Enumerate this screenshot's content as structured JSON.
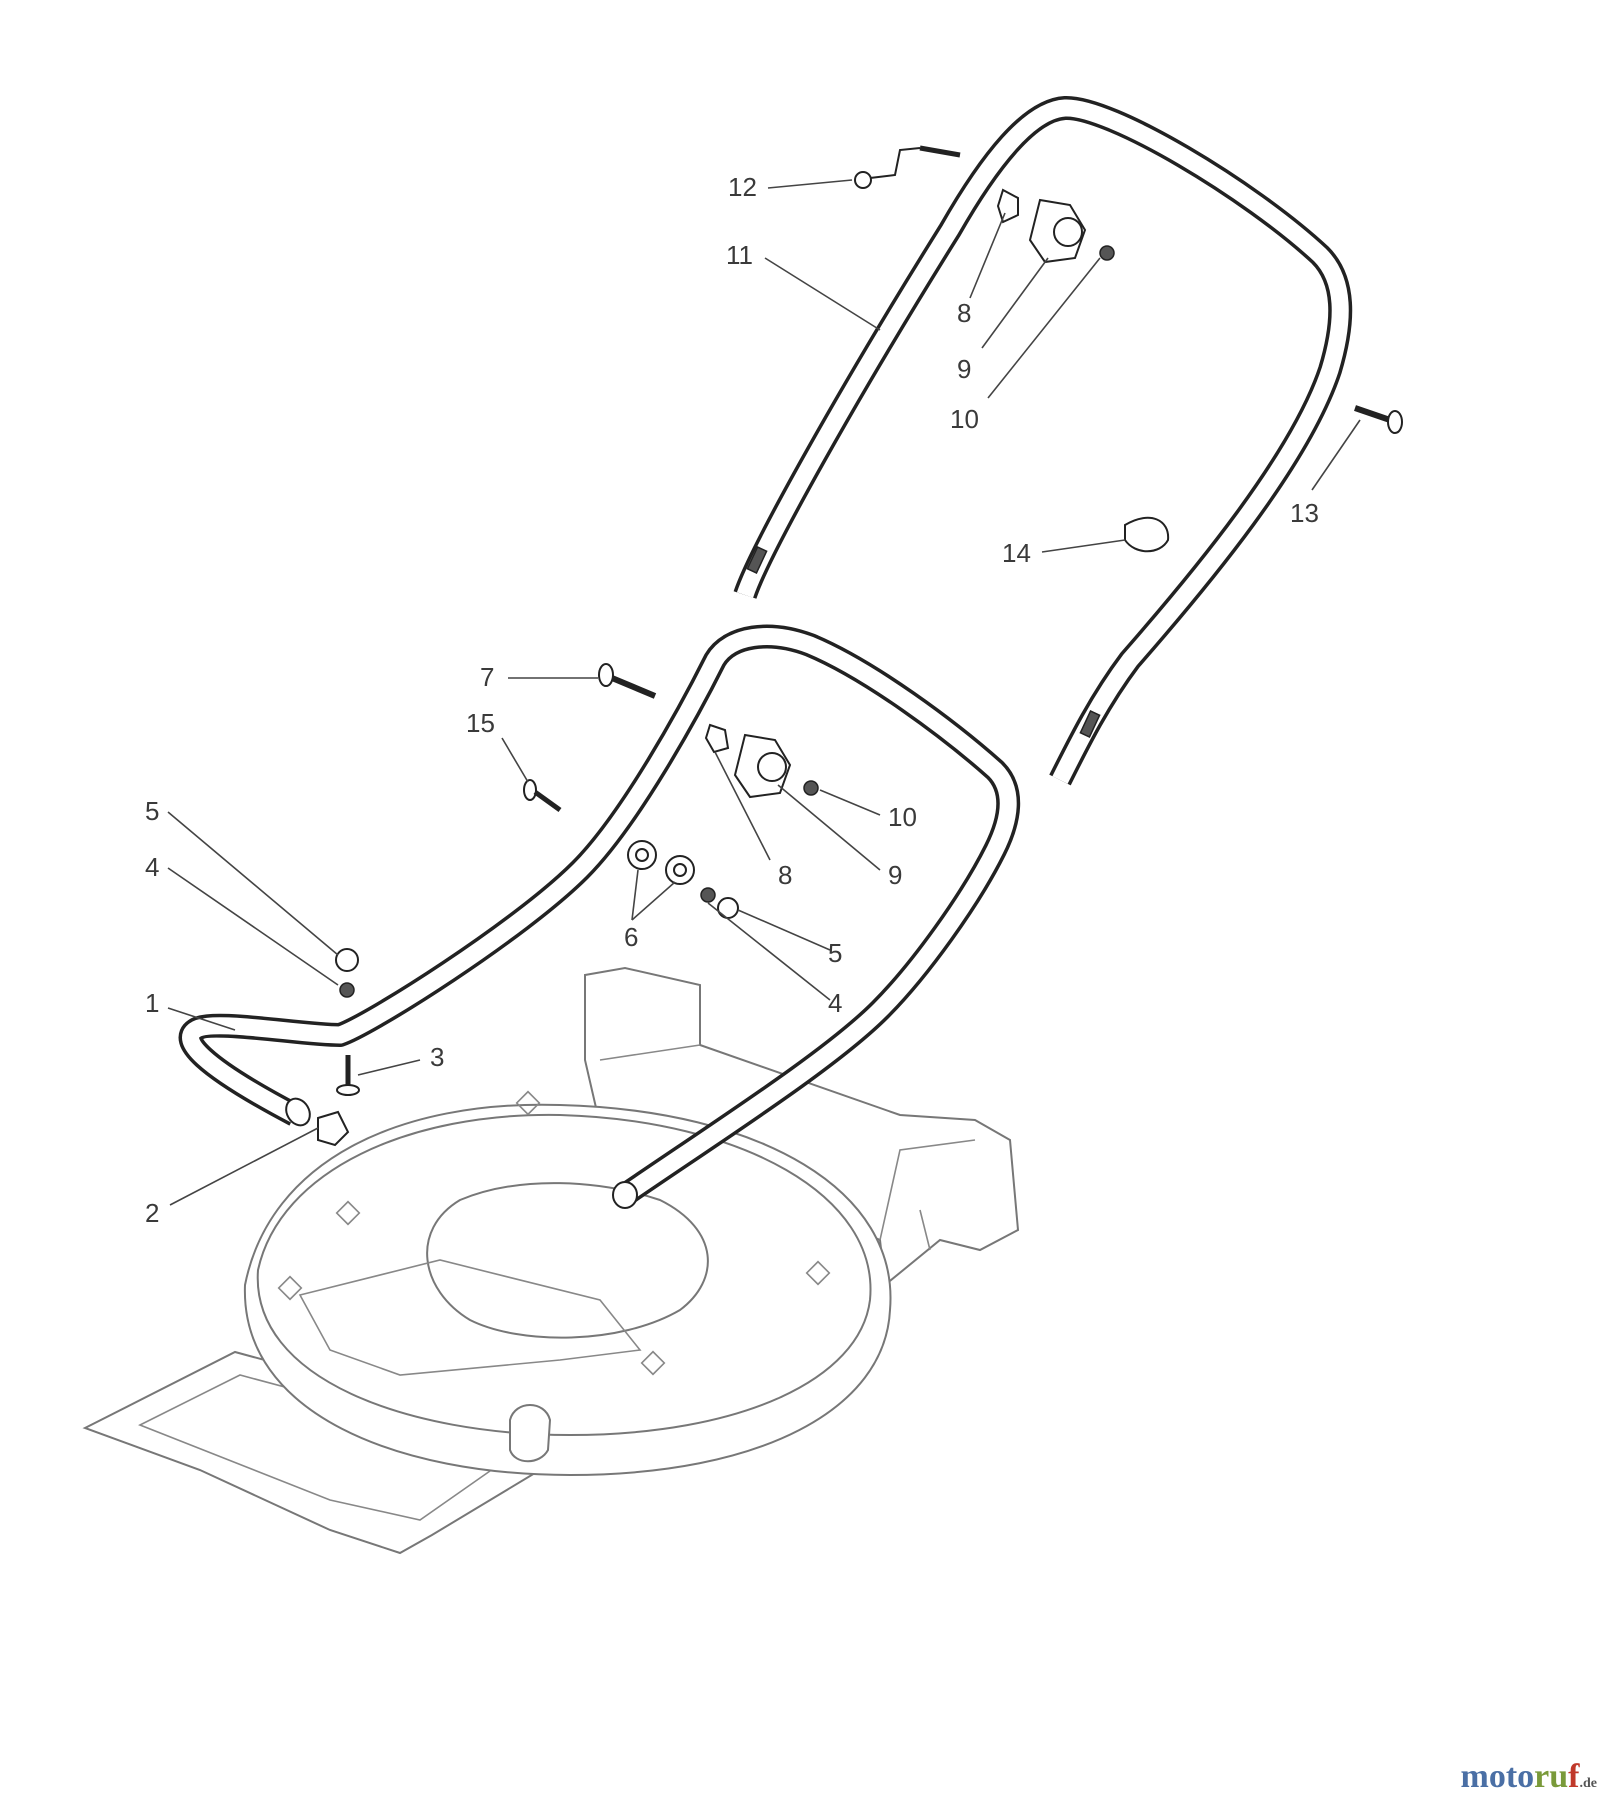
{
  "callouts": [
    {
      "id": "12",
      "label": "12"
    },
    {
      "id": "11",
      "label": "11"
    },
    {
      "id": "8a",
      "label": "8"
    },
    {
      "id": "9a",
      "label": "9"
    },
    {
      "id": "10a",
      "label": "10"
    },
    {
      "id": "13",
      "label": "13"
    },
    {
      "id": "14",
      "label": "14"
    },
    {
      "id": "7",
      "label": "7"
    },
    {
      "id": "15",
      "label": "15"
    },
    {
      "id": "5a",
      "label": "5"
    },
    {
      "id": "4a",
      "label": "4"
    },
    {
      "id": "1",
      "label": "1"
    },
    {
      "id": "3",
      "label": "3"
    },
    {
      "id": "2",
      "label": "2"
    },
    {
      "id": "10b",
      "label": "10"
    },
    {
      "id": "8b",
      "label": "8"
    },
    {
      "id": "9b",
      "label": "9"
    },
    {
      "id": "6",
      "label": "6"
    },
    {
      "id": "5b",
      "label": "5"
    },
    {
      "id": "4b",
      "label": "4"
    }
  ],
  "watermark": {
    "part1": "moto",
    "part2": "ru",
    "part3": "f",
    "suffix": ".de"
  }
}
